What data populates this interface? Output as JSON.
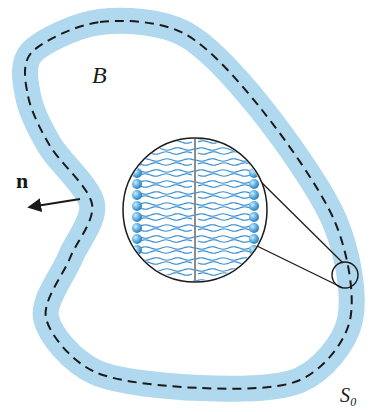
{
  "diagram": {
    "labels": [
      "B",
      "n",
      "S₀"
    ]
  }
}
